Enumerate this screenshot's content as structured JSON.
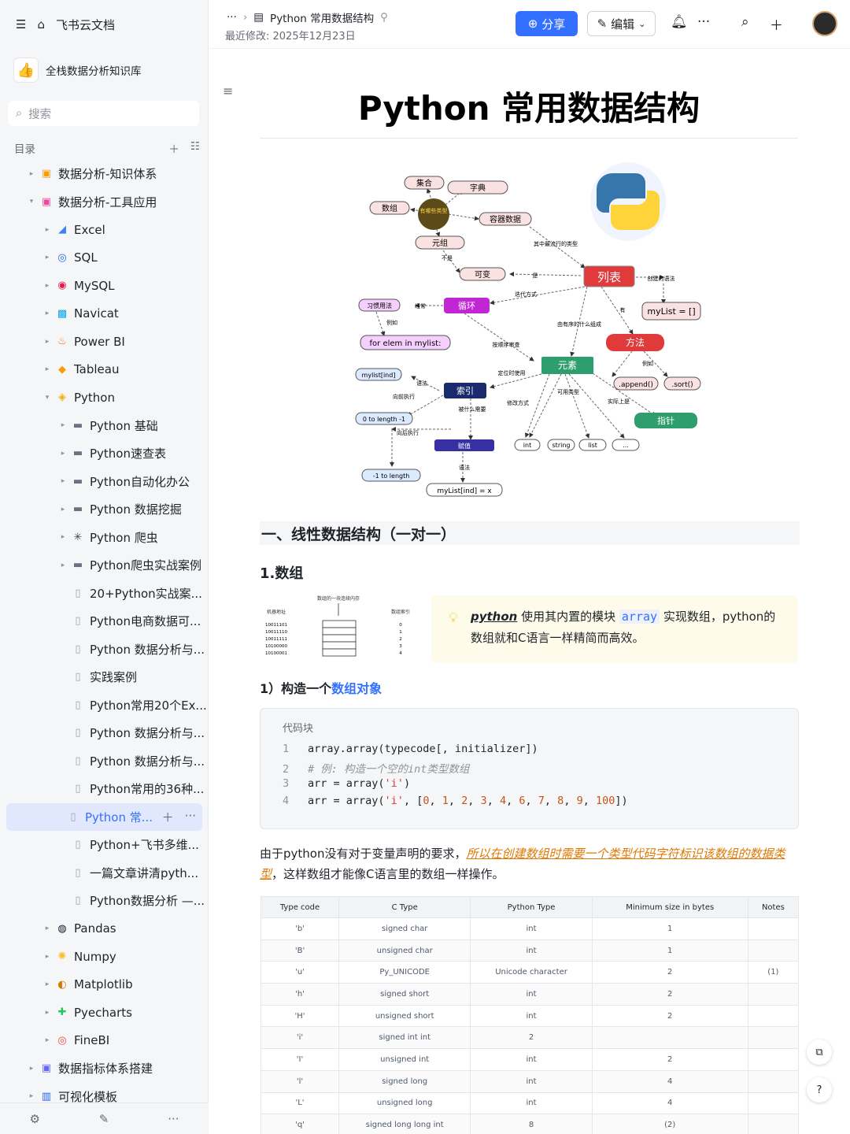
{
  "app": {
    "name": "飞书云文档"
  },
  "knowledge_base": {
    "name": "全栈数据分析知识库",
    "icon": "thumbs-up-icon"
  },
  "search": {
    "placeholder": "搜索"
  },
  "toc": {
    "label": "目录"
  },
  "tree": [
    {
      "label": "数据分析-知识体系",
      "level": 1,
      "arrow": "▸",
      "icon": "orange-square-icon"
    },
    {
      "label": "数据分析-工具应用",
      "level": 1,
      "arrow": "▾",
      "icon": "pink-square-icon"
    },
    {
      "label": "Excel",
      "level": 2,
      "arrow": "▸",
      "icon": "excel-chart-icon"
    },
    {
      "label": "SQL",
      "level": 2,
      "arrow": "▸",
      "icon": "sql-spiral-icon"
    },
    {
      "label": "MySQL",
      "level": 2,
      "arrow": "▸",
      "icon": "mysql-icon"
    },
    {
      "label": "Navicat",
      "level": 2,
      "arrow": "▸",
      "icon": "navicat-icon"
    },
    {
      "label": "Power BI",
      "level": 2,
      "arrow": "▸",
      "icon": "fire-icon"
    },
    {
      "label": "Tableau",
      "level": 2,
      "arrow": "▸",
      "icon": "drop-icon"
    },
    {
      "label": "Python",
      "level": 2,
      "arrow": "▾",
      "icon": "python-icon"
    },
    {
      "label": "Python 基础",
      "level": 3,
      "arrow": "▸",
      "icon": "folder-icon"
    },
    {
      "label": "Python速查表",
      "level": 3,
      "arrow": "▸",
      "icon": "folder-icon"
    },
    {
      "label": "Python自动化办公",
      "level": 3,
      "arrow": "▸",
      "icon": "folder-icon"
    },
    {
      "label": "Python 数据挖掘",
      "level": 3,
      "arrow": "▸",
      "icon": "folder-icon"
    },
    {
      "label": "Python 爬虫",
      "level": 3,
      "arrow": "▸",
      "icon": "spider-icon"
    },
    {
      "label": "Python爬虫实战案例",
      "level": 3,
      "arrow": "▸",
      "icon": "folder-icon"
    },
    {
      "label": "20+Python实战案...",
      "level": 3,
      "arrow": "",
      "icon": "doc-icon"
    },
    {
      "label": "Python电商数据可...",
      "level": 3,
      "arrow": "",
      "icon": "doc-icon"
    },
    {
      "label": "Python 数据分析与...",
      "level": 3,
      "arrow": "",
      "icon": "doc-icon"
    },
    {
      "label": "实践案例",
      "level": 3,
      "arrow": "",
      "icon": "doc-icon"
    },
    {
      "label": "Python常用20个Ex...",
      "level": 3,
      "arrow": "",
      "icon": "doc-icon"
    },
    {
      "label": "Python 数据分析与...",
      "level": 3,
      "arrow": "",
      "icon": "doc-icon"
    },
    {
      "label": "Python 数据分析与...",
      "level": 3,
      "arrow": "",
      "icon": "doc-icon"
    },
    {
      "label": "Python常用的36种...",
      "level": 3,
      "arrow": "",
      "icon": "doc-icon"
    },
    {
      "label": "Python 常...",
      "level": 3,
      "arrow": "",
      "icon": "doc-icon",
      "active": true
    },
    {
      "label": "Python+飞书多维...",
      "level": 3,
      "arrow": "",
      "icon": "doc-icon"
    },
    {
      "label": "一篇文章讲清pyth...",
      "level": 3,
      "arrow": "",
      "icon": "doc-icon"
    },
    {
      "label": "Python数据分析 —...",
      "level": 3,
      "arrow": "",
      "icon": "doc-icon"
    },
    {
      "label": "Pandas",
      "level": 2,
      "arrow": "▸",
      "icon": "panda-icon"
    },
    {
      "label": "Numpy",
      "level": 2,
      "arrow": "▸",
      "icon": "sun-icon"
    },
    {
      "label": "Matplotlib",
      "level": 2,
      "arrow": "▸",
      "icon": "palette-icon"
    },
    {
      "label": "Pyecharts",
      "level": 2,
      "arrow": "▸",
      "icon": "puzzle-icon"
    },
    {
      "label": "FineBI",
      "level": 2,
      "arrow": "▸",
      "icon": "target-icon"
    },
    {
      "label": "数据指标体系搭建",
      "level": 1,
      "arrow": "▸",
      "icon": "blue-square-icon"
    },
    {
      "label": "可视化模板",
      "level": 1,
      "arrow": "▸",
      "icon": "bar-chart-icon"
    }
  ],
  "header": {
    "breadcrumb_more": "···",
    "doc_name": "Python 常用数据结构",
    "modified": "最近修改: 2025年12月23日",
    "share_label": "分享",
    "edit_label": "编辑"
  },
  "document": {
    "title": "Python 常用数据结构",
    "section1": "一、线性数据结构（一对一）",
    "subsection1": "1.数组",
    "callout_py": "python",
    "callout_mid": " 使用其内置的模块 ",
    "callout_code": "array",
    "callout_rest": " 实现数组，python的数组就和C语言一样精简而高效。",
    "step1_prefix": "1）构造一个",
    "step1_link": "数组对象",
    "codeblock_title": "代码块",
    "para_prefix": "由于python没有对于变量声明的要求，",
    "para_highlight": "所以在创建数组时需要一个类型代码字符标识该数组的数据类型",
    "para_suffix": "，这样数组才能像C语言里的数组一样操作。"
  },
  "code_lines": [
    {
      "n": "1",
      "text": "array.array(typecode[, initializer])"
    },
    {
      "n": "2",
      "text": "# 例: 构造一个空的int类型数组"
    },
    {
      "n": "3",
      "text": "arr = array('i')"
    },
    {
      "n": "4",
      "text": "arr = array('i', [0, 1, 2, 3, 4, 6, 7, 8, 9, 100])"
    }
  ],
  "array_figure": {
    "top_label": "数组的一块连续内存",
    "left_label": "机器地址",
    "right_label": "数组索引",
    "addresses": [
      "10011101",
      "10011110",
      "10011111",
      "10100000",
      "10100001"
    ],
    "indices": [
      "0",
      "1",
      "2",
      "3",
      "4"
    ]
  },
  "mindmap": {
    "nodes": {
      "set": "集合",
      "dict": "字典",
      "array": "数组",
      "types": "有哪些类型",
      "container": "容器数据",
      "tuple": "元组",
      "immutable": "不是",
      "mutable": "可变",
      "list": "列表",
      "is": "是",
      "popular": "其中最流行的类型",
      "syntax_create": "创建的语法",
      "mylist_empty": "myList = []",
      "iterate": "迭代方式",
      "loop": "循环",
      "habit": "习惯用法",
      "often": "经常",
      "example": "例如",
      "for_elem": "for elem in mylist:",
      "has": "有",
      "composed": "由有序的什么组成",
      "by_order": "按顺序审查",
      "method": "方法",
      "element": "元素",
      "example2": "例如",
      "append": ".append()",
      "sort": ".sort()",
      "locate": "定位时使用",
      "mylist_ind": "mylist[ind]",
      "syntax": "语法",
      "index": "索引",
      "forward": "向前执行",
      "what": "被什么需要",
      "modify": "修改方式",
      "usable": "可用类型",
      "actually": "实际上是",
      "pointer": "指针",
      "zero_len": "0 to length -1",
      "backward": "向后执行",
      "assign": "赋值",
      "int": "int",
      "string": "string",
      "list2": "list",
      "dots": "...",
      "syntax2": "语法",
      "neg_len": "-1 to length",
      "assign_expr": "myList[ind] = x"
    }
  },
  "table": {
    "headers": [
      "Type code",
      "C Type",
      "Python Type",
      "Minimum size in bytes",
      "Notes"
    ],
    "rows": [
      [
        "'b'",
        "signed char",
        "int",
        "1",
        ""
      ],
      [
        "'B'",
        "unsigned char",
        "int",
        "1",
        ""
      ],
      [
        "'u'",
        "Py_UNICODE",
        "Unicode character",
        "2",
        "(1)"
      ],
      [
        "'h'",
        "signed short",
        "int",
        "2",
        ""
      ],
      [
        "'H'",
        "unsigned short",
        "int",
        "2",
        ""
      ],
      [
        "'i'",
        "signed int int",
        "2",
        "",
        ""
      ],
      [
        "'I'",
        "unsigned int",
        "int",
        "2",
        ""
      ],
      [
        "'l'",
        "signed long",
        "int",
        "4",
        ""
      ],
      [
        "'L'",
        "unsigned long",
        "int",
        "4",
        ""
      ],
      [
        "'q'",
        "signed long long int",
        "8",
        "(2)",
        ""
      ]
    ]
  },
  "colors": {
    "accent": "#3370ff",
    "list_red": "#e03a3a",
    "green": "#2e9e6e",
    "navy": "#1a2a6c",
    "magenta": "#c026d3"
  }
}
